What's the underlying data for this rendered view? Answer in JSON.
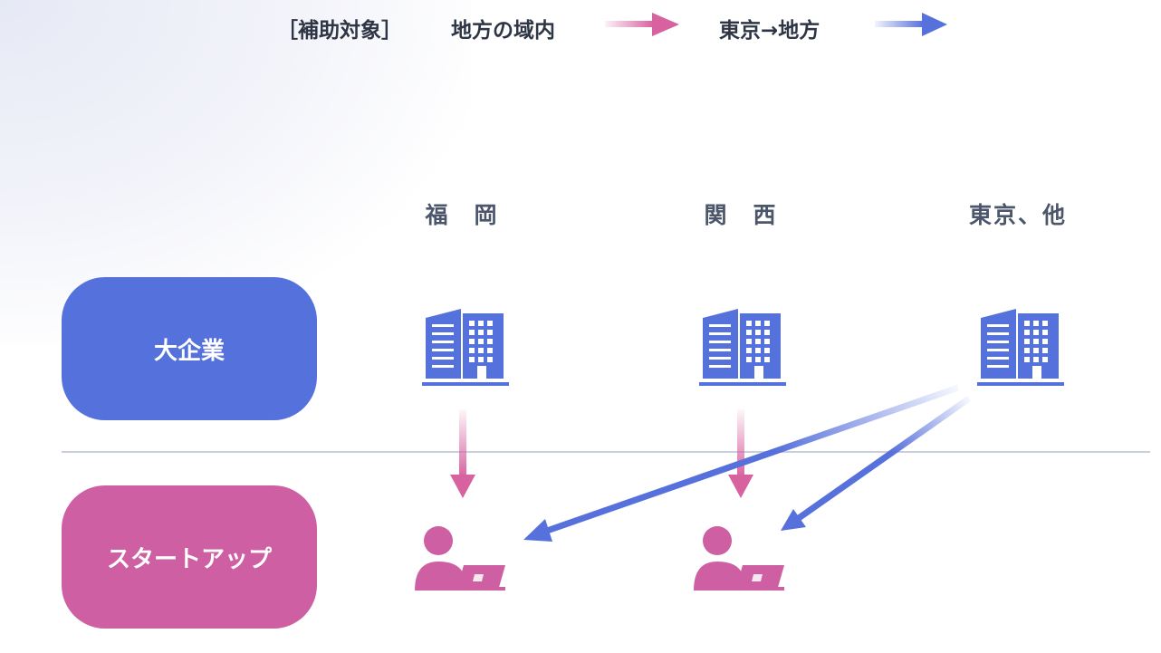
{
  "legend": {
    "subject_label": "［補助対象］",
    "local_label": "地方の域内",
    "tokyo_label": "東京→地方"
  },
  "columns": [
    "福　岡",
    "関　西",
    "東京、他"
  ],
  "rows": {
    "corporate": "大企業",
    "startup": "スタートアップ"
  },
  "colors": {
    "corporate_blue": "#5571db",
    "startup_pink": "#cd5fa2",
    "local_arrow": "#d8619f",
    "tokyo_arrow": "#5670dc",
    "label_text": "#4b566b",
    "divider": "#c9d0dc"
  },
  "icons": {
    "corporate": "building-icon",
    "startup": "person-laptop-icon"
  }
}
